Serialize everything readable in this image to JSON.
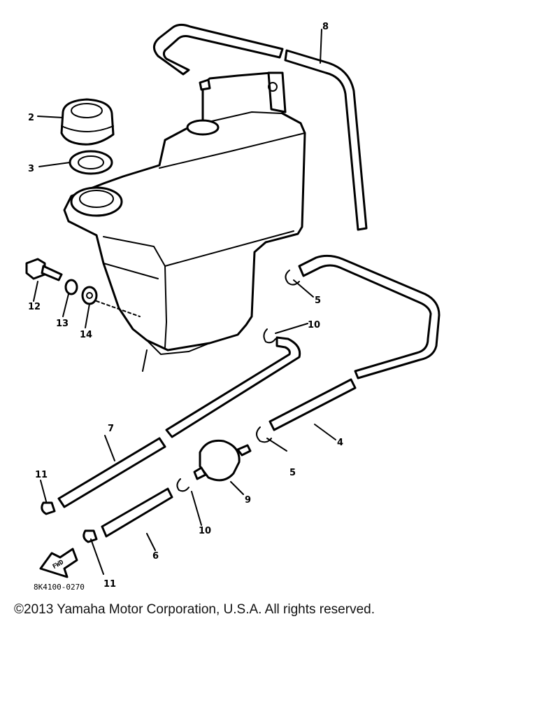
{
  "diagram": {
    "callouts": [
      {
        "id": "c2",
        "text": "2"
      },
      {
        "id": "c3",
        "text": "3"
      },
      {
        "id": "c4",
        "text": "4"
      },
      {
        "id": "c5a",
        "text": "5"
      },
      {
        "id": "c5b",
        "text": "5"
      },
      {
        "id": "c6",
        "text": "6"
      },
      {
        "id": "c7",
        "text": "7"
      },
      {
        "id": "c8",
        "text": "8"
      },
      {
        "id": "c9",
        "text": "9"
      },
      {
        "id": "c10a",
        "text": "10"
      },
      {
        "id": "c10b",
        "text": "10"
      },
      {
        "id": "c11a",
        "text": "11"
      },
      {
        "id": "c11b",
        "text": "11"
      },
      {
        "id": "c12",
        "text": "12"
      },
      {
        "id": "c13",
        "text": "13"
      },
      {
        "id": "c14",
        "text": "14"
      }
    ],
    "fwd_label": "FWD",
    "diagram_code": "8K4100-0270"
  },
  "footer": {
    "copyright": "©2013 Yamaha Motor Corporation, U.S.A. All rights reserved."
  }
}
